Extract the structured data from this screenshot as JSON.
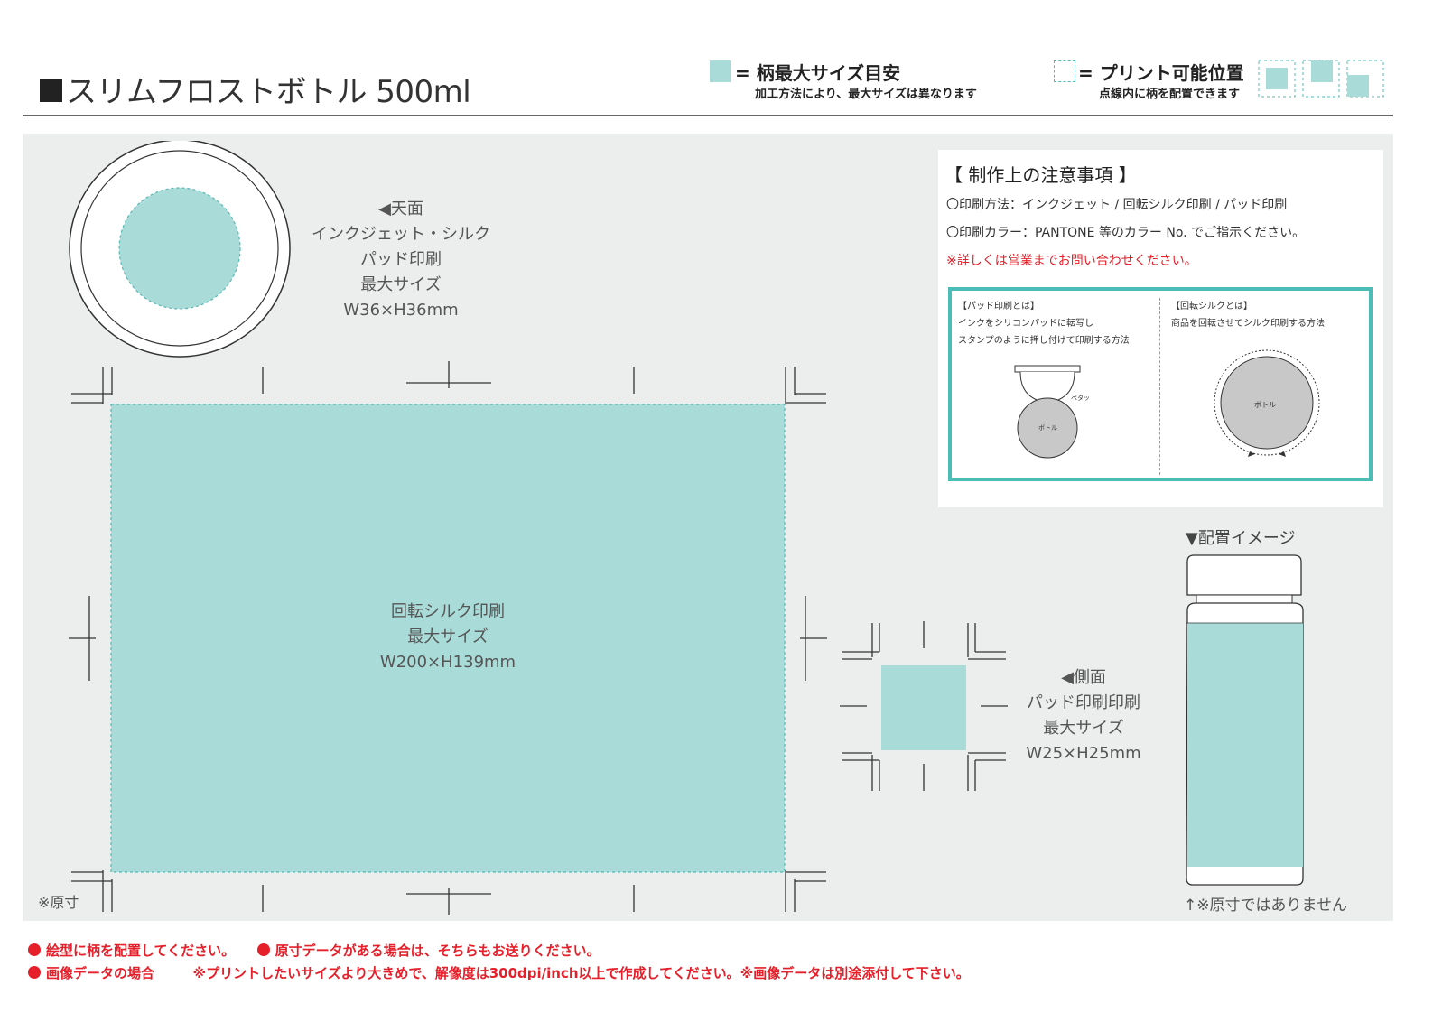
{
  "header": {
    "title": "スリムフロストボトル 500ml"
  },
  "legend": {
    "max_size_title": "= 柄最大サイズ目安",
    "max_size_note": "加工方法により、最大サイズは異なります",
    "print_area_title": "= プリント可能位置",
    "print_area_note": "点線内に柄を配置できます"
  },
  "top_face": {
    "label": "◀天面",
    "method": "インクジェット・シルク",
    "method2": "パッド印刷",
    "size_label": "最大サイズ",
    "size": "W36×H36mm"
  },
  "main_area": {
    "method": "回転シルク印刷",
    "size_label": "最大サイズ",
    "size": "W200×H139mm"
  },
  "side_face": {
    "label": "◀側面",
    "method": "パッド印刷印刷",
    "size_label": "最大サイズ",
    "size": "W25×H25mm"
  },
  "notes": {
    "heading": "【 制作上の注意事項 】",
    "line1": "〇印刷方法：インクジェット / 回転シルク印刷 / パッド印刷",
    "line2": "〇印刷カラー：PANTONE 等のカラー No. でご指示ください。",
    "line3": "※詳しくは営業までお問い合わせください。"
  },
  "explain": {
    "pad_title": "【パッド印刷とは】",
    "pad_line1": "インクをシリコンパッドに転写し",
    "pad_line2": "スタンプのように押し付けて印刷する方法",
    "pad_bottle": "ボトル",
    "pad_contact": "ペタッ",
    "rotary_title": "【回転シルクとは】",
    "rotary_line1": "商品を回転させてシルク印刷する方法",
    "rotary_bottle": "ボトル"
  },
  "placement": {
    "label": "▼配置イメージ",
    "note": "↑※原寸ではありません"
  },
  "actual_size_note": "※原寸",
  "footer": {
    "line1_a": "絵型に柄を配置してください。",
    "line1_b": "原寸データがある場合は、そちらもお送りください。",
    "line2_a": "画像データの場合",
    "line2_b": "※プリントしたいサイズより大きめで、解像度は300dpi/inch以上で作成してください。※画像データは別途添付して下さい。"
  },
  "colors": {
    "print_area": "#a9dbd8",
    "dashed": "#56b8b4",
    "panel": "#eceeed",
    "accent_border": "#4cbcb6",
    "warning": "#e5202a"
  }
}
